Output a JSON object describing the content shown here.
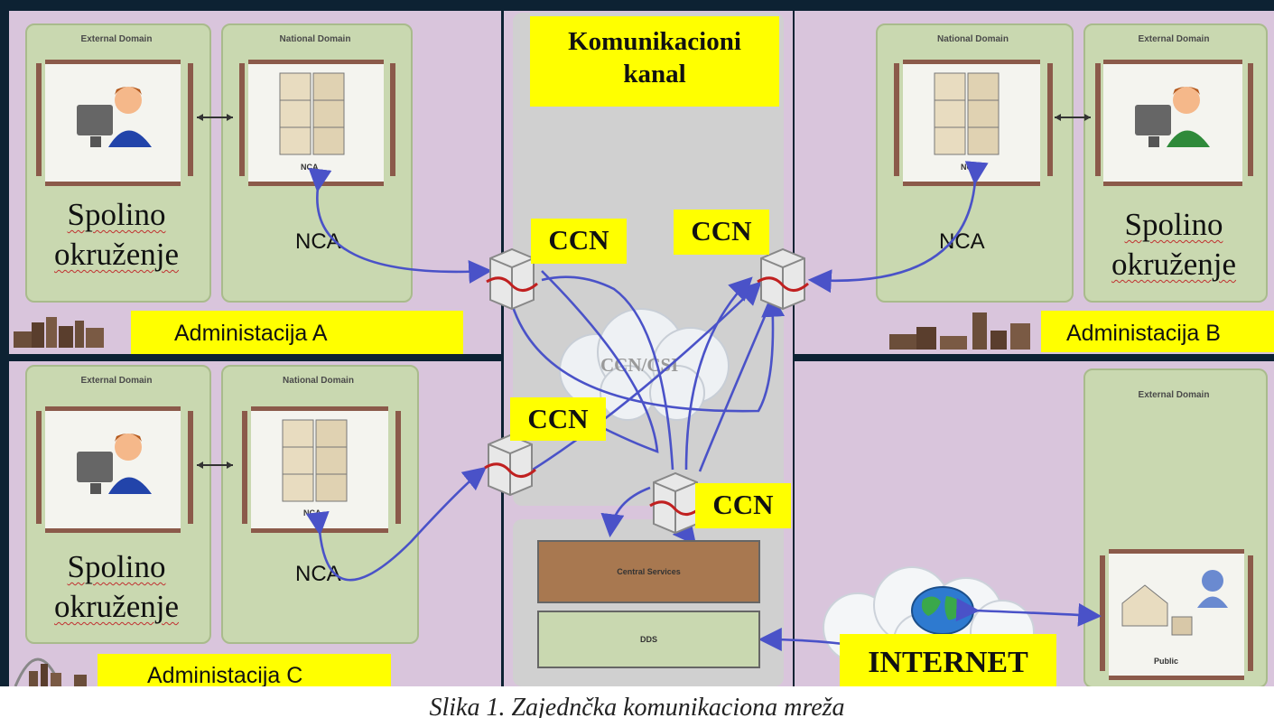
{
  "channel": {
    "title_line1": "Komunikacioni",
    "title_line2": "kanal",
    "cloud_label": "CCN/CSI",
    "ccn_label": "CCN",
    "central_services": "Central Services",
    "dds": "DDS",
    "internet": "INTERNET"
  },
  "admin_a": {
    "external_domain": "External Domain",
    "national_domain": "National Domain",
    "nca_badge": "NCA",
    "spolino_line1": "Spolino",
    "spolino_line2": "okruženje",
    "nca": "NCA",
    "label": "Administacija A"
  },
  "admin_b": {
    "external_domain": "External Domain",
    "national_domain": "National Domain",
    "nca_badge": "NCA",
    "spolino_line1": "Spolino",
    "spolino_line2": "okruženje",
    "nca": "NCA",
    "label": "Administacija B"
  },
  "admin_c": {
    "external_domain": "External Domain",
    "national_domain": "National Domain",
    "nca_badge": "NCA",
    "spolino_line1": "Spolino",
    "spolino_line2": "okruženje",
    "nca": "NCA",
    "label": "Administacija C"
  },
  "public_zone": {
    "external_domain": "External Domain",
    "public_label": "Public"
  },
  "caption": "Slika 1. Zajednčka komunikaciona mreža",
  "colors": {
    "zone_bg": "#d9c5dc",
    "panel_bg": "#c9d8b0",
    "highlight": "#ffff00",
    "arrow": "#4a52c8",
    "frame": "#8b5a4a"
  }
}
